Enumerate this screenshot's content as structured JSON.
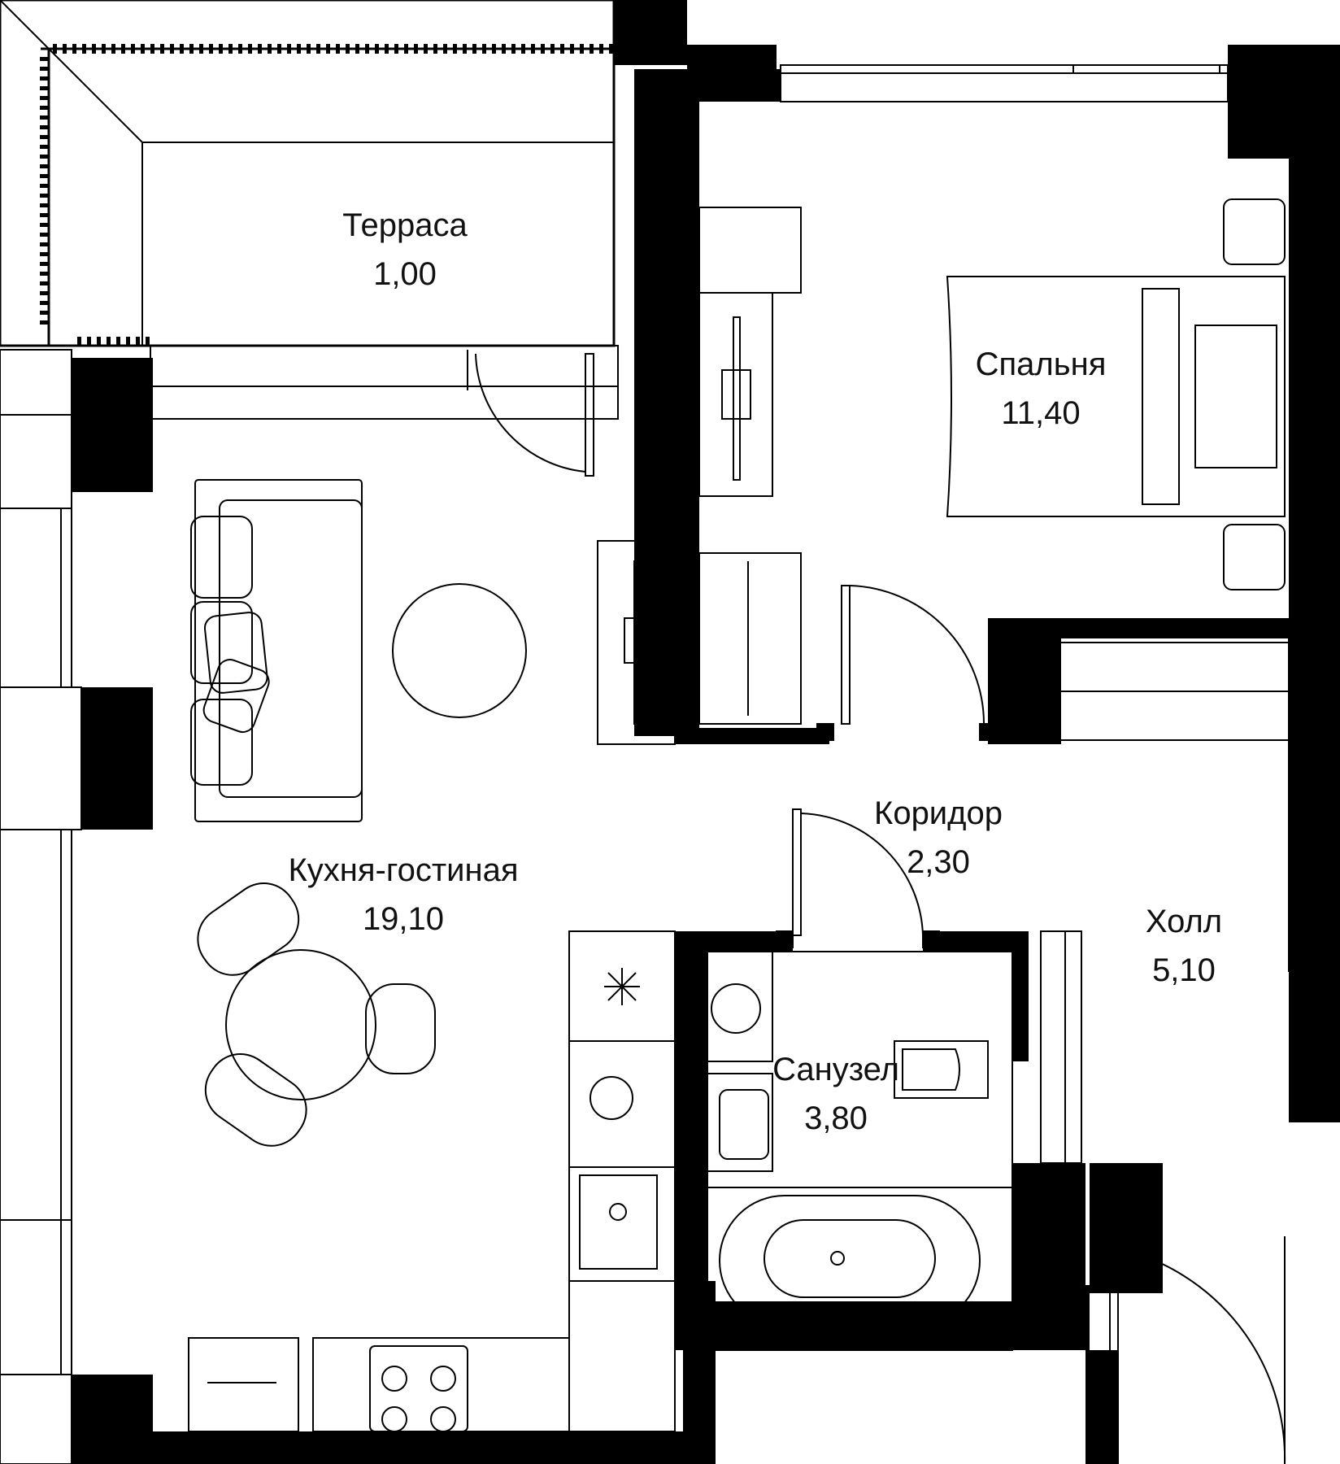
{
  "rooms": {
    "terrace": {
      "name": "Терраса",
      "area": "1,00"
    },
    "bedroom": {
      "name": "Спальня",
      "area": "11,40"
    },
    "living": {
      "name": "Кухня-гостиная",
      "area": "19,10"
    },
    "corridor": {
      "name": "Коридор",
      "area": "2,30"
    },
    "hall": {
      "name": "Холл",
      "area": "5,10"
    },
    "bathroom": {
      "name": "Санузел",
      "area": "3,80"
    }
  },
  "colors": {
    "wall": "#000000",
    "line": "#000000",
    "background": "#ffffff"
  }
}
